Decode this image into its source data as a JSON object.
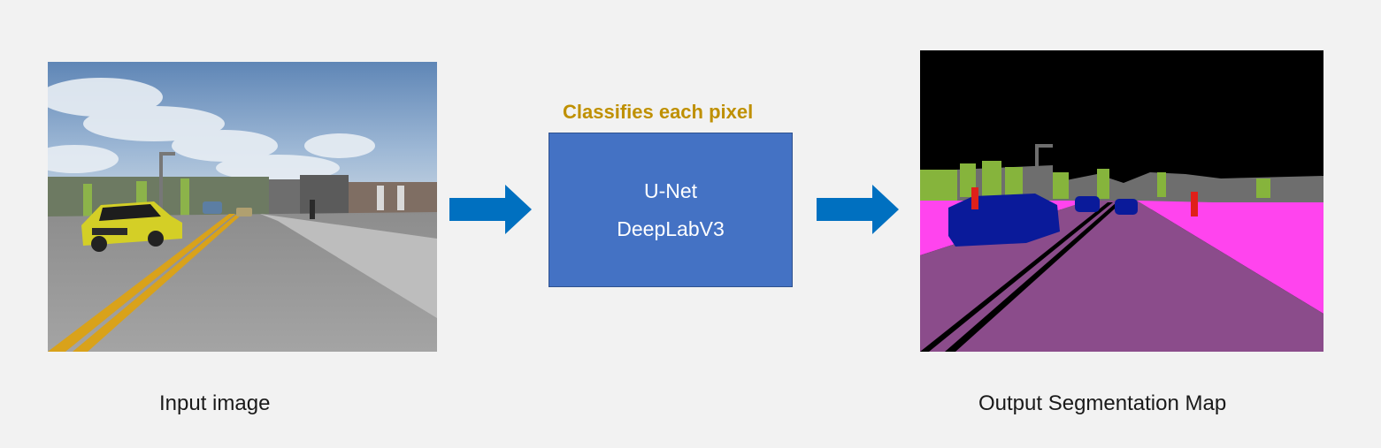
{
  "input_panel": {
    "caption": "Input image"
  },
  "model": {
    "heading": "Classifies each pixel",
    "names": [
      "U-Net",
      "DeepLabV3"
    ]
  },
  "output_panel": {
    "caption": "Output Segmentation Map"
  },
  "colors": {
    "background": "#f2f2f2",
    "model_box": "#4472c4",
    "heading": "#bf9000",
    "arrow": "#0070c0",
    "seg_sky": "#000000",
    "seg_road": "#8b4c8b",
    "seg_sidewalk": "#ff44ee",
    "seg_car": "#0a1a9a",
    "seg_vegetation": "#86b43c",
    "seg_building": "#6e6e6e",
    "seg_person": "#e0201a"
  }
}
